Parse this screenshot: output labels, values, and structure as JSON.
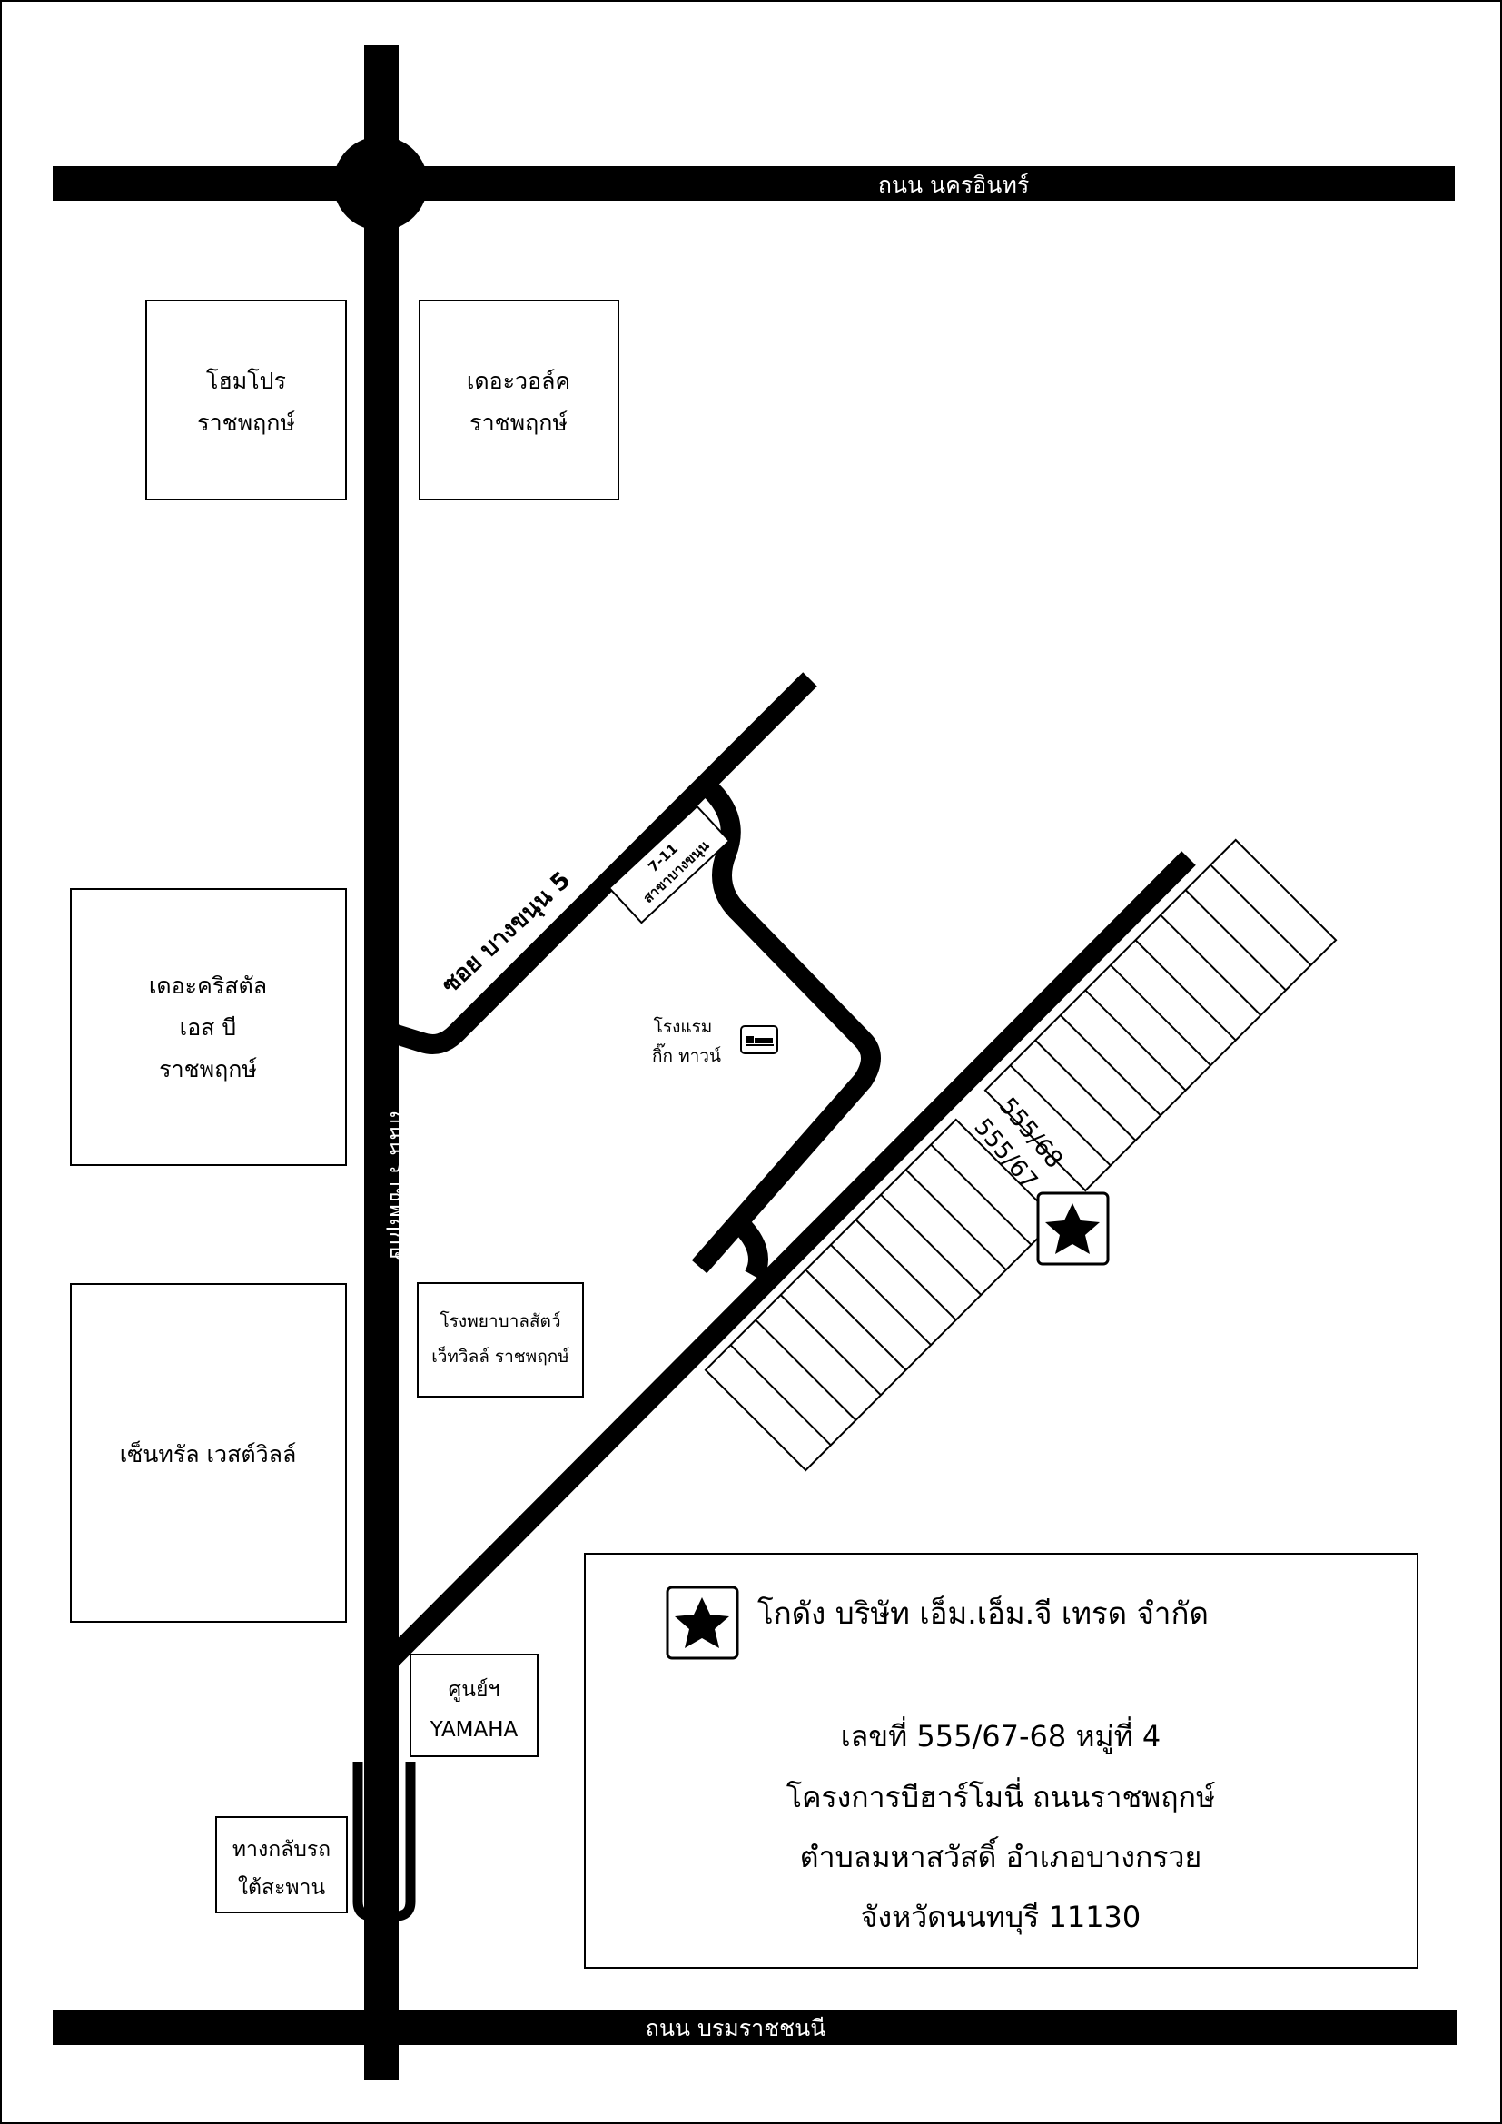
{
  "roads": {
    "nakhon_in": "ถนน นครอินทร์",
    "borommaratchachonnani": "ถนน บรมราชชนนี",
    "ratchaphruek": "ถนน ราชพฤกษ์",
    "soi_bang_khanun": "ซอย บางขนุน 5"
  },
  "buildings": {
    "homepro": [
      "โฮมโปร",
      "ราชพฤกษ์"
    ],
    "the_walk": [
      "เดอะวอล์ค",
      "ราชพฤกษ์"
    ],
    "the_crystal": [
      "เดอะคริสตัล",
      "เอส บี",
      "ราชพฤกษ์"
    ],
    "central_westville": [
      "เซ็นทรัล เวสต์วิลล์"
    ],
    "vet_hospital": [
      "โรงพยาบาลสัตว์",
      "เว็ทวิลล์ ราชพฤกษ์"
    ],
    "yamaha": [
      "ศูนย์ฯ",
      "YAMAHA"
    ],
    "u_turn": [
      "ทางกลับรถ",
      "ใต้สะพาน"
    ],
    "seven_eleven": [
      "7-11",
      "สาขาบางขนุน"
    ],
    "hotel": [
      "โรงแรม",
      "กิ๊ก ทาวน์"
    ]
  },
  "units": {
    "unit_68": "555/68",
    "unit_67": "555/67"
  },
  "legend": {
    "title": "โกดัง บริษัท เอ็ม.เอ็ม.จี เทรด จำกัด",
    "address_lines": [
      "เลขที่ 555/67-68 หมู่ที่ 4",
      "โครงการบีฮาร์โมนี่ ถนนราชพฤกษ์",
      "ตำบลมหาสวัสดิ์ อำเภอบางกรวย",
      "จังหวัดนนทบุรี 11130"
    ]
  },
  "icons": {
    "star": "star-icon",
    "hotel": "bed-icon"
  },
  "colors": {
    "road": "#000000",
    "background": "#ffffff"
  }
}
